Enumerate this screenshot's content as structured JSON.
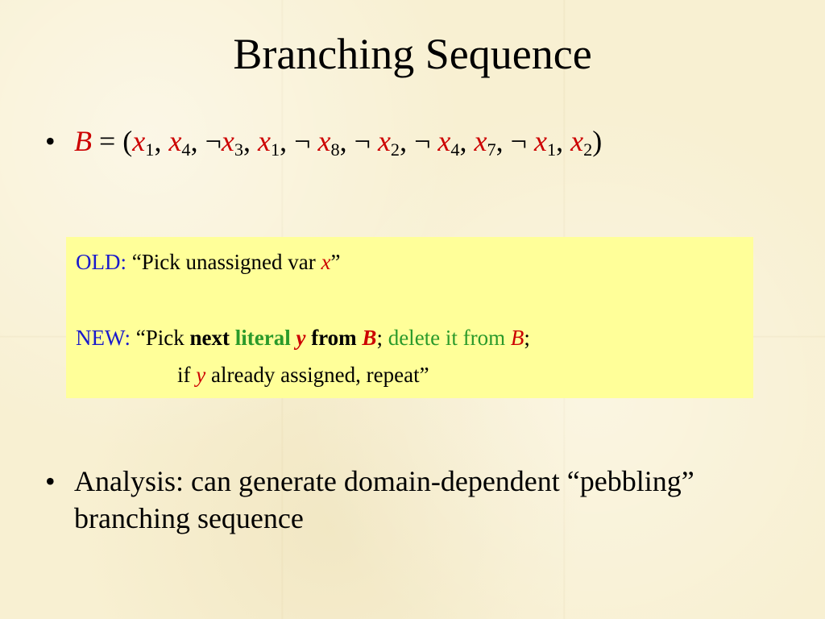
{
  "title": "Branching Sequence",
  "bullets": {
    "marker": "•",
    "sequence": {
      "lhs": "B",
      "eq": " = (",
      "close": ")",
      "neg": "¬",
      "var": "x",
      "sep": ", ",
      "terms": [
        {
          "neg": false,
          "sub": "1"
        },
        {
          "neg": false,
          "sub": "4"
        },
        {
          "neg": true,
          "space": false,
          "sub": "3"
        },
        {
          "neg": false,
          "sub": "1"
        },
        {
          "neg": true,
          "space": true,
          "sub": "8"
        },
        {
          "neg": true,
          "space": true,
          "sub": "2"
        },
        {
          "neg": true,
          "space": true,
          "sub": "4"
        },
        {
          "neg": false,
          "sub": "7"
        },
        {
          "neg": true,
          "space": true,
          "sub": "1"
        },
        {
          "neg": false,
          "sub": "2"
        }
      ]
    },
    "analysis": "Analysis: can generate domain-dependent “pebbling” branching sequence"
  },
  "box": {
    "old_label": "OLD:",
    "old_text": " “Pick unassigned var ",
    "old_var": "x",
    "old_close": "”",
    "new_label": "NEW:",
    "new_text1": " “Pick ",
    "new_next": "next",
    "new_literal": "literal",
    "new_y": "y",
    "new_from": "from",
    "new_b": "B",
    "semicolon": ";",
    "new_delete": " delete it from ",
    "new_b2": "B",
    "semicolon2": ";",
    "line2_if": "if ",
    "line2_y": "y",
    "line2_rest": " already assigned, repeat”"
  },
  "colors": {
    "background": "#f8f0d2",
    "highlight": "#ffff99",
    "red": "#cc0000",
    "blue": "#1a1acc",
    "green": "#2a9a2a"
  }
}
